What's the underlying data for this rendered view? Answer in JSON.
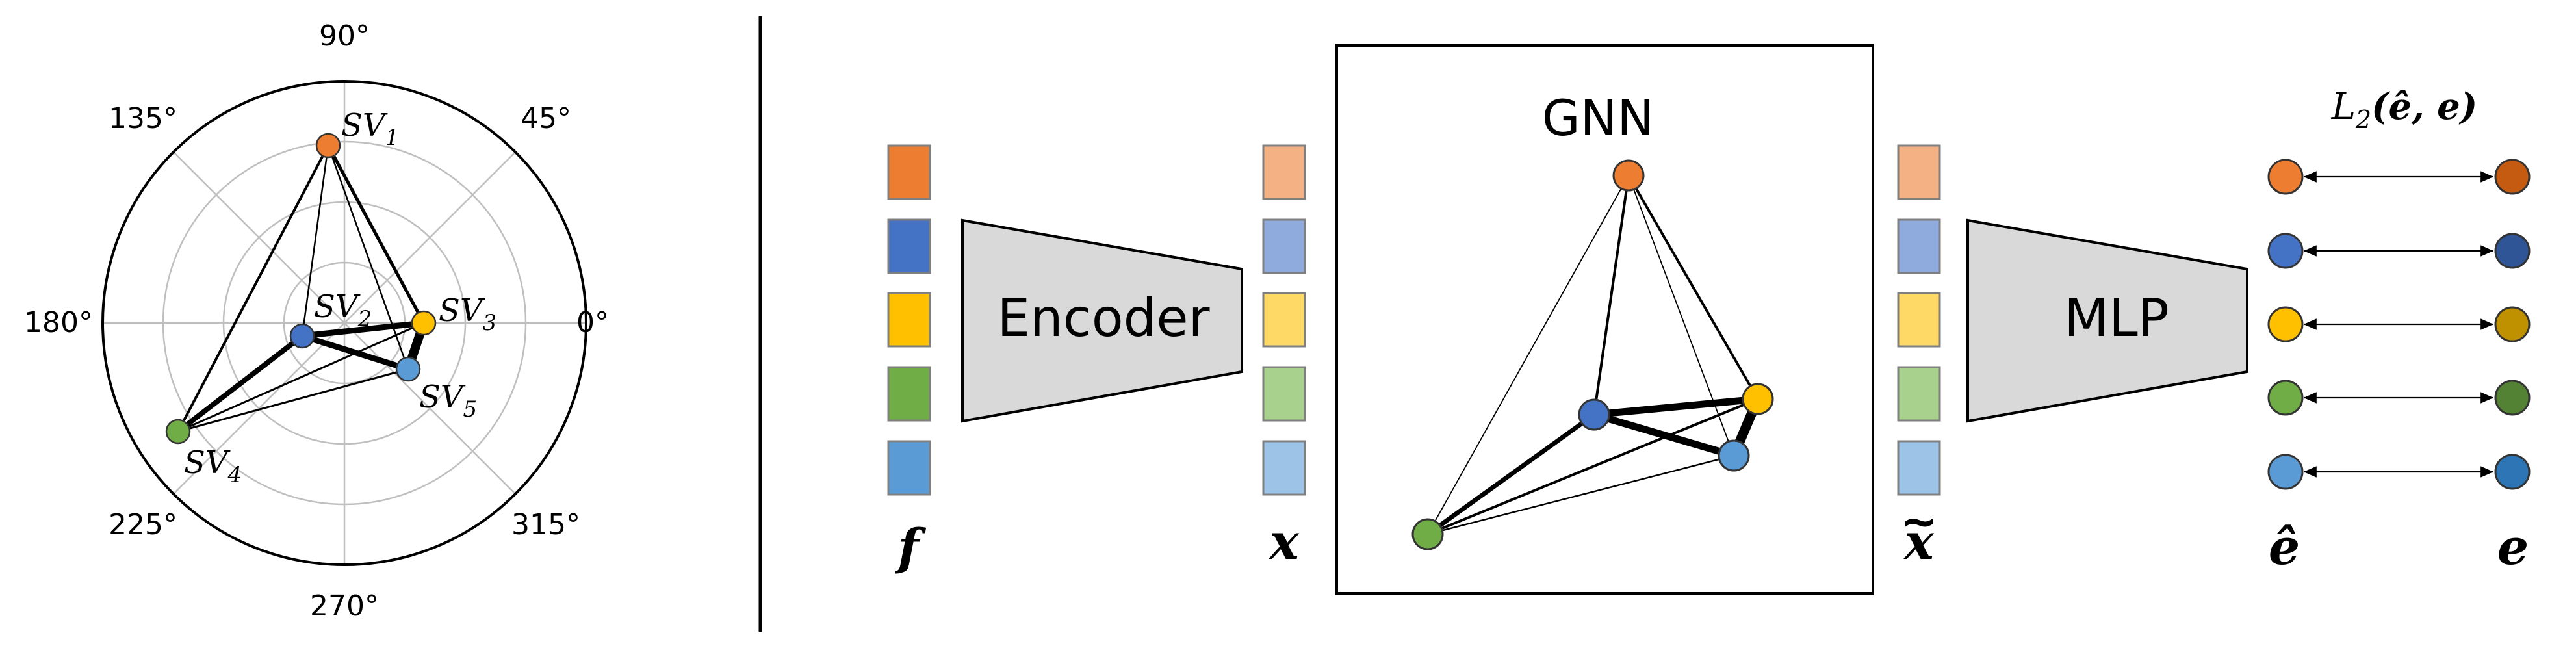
{
  "polar": {
    "angle_labels": [
      "0°",
      "45°",
      "90°",
      "135°",
      "180°",
      "225°",
      "270°",
      "315°"
    ],
    "nodes": [
      {
        "sub": "1",
        "color": "#ED7D31"
      },
      {
        "sub": "2",
        "color": "#4472C4"
      },
      {
        "sub": "3",
        "color": "#FFC000"
      },
      {
        "sub": "4",
        "color": "#70AD47"
      },
      {
        "sub": "5",
        "color": "#5B9BD5"
      }
    ],
    "node_prefix": "SV"
  },
  "pipeline": {
    "f_label": "f",
    "encoder_label": "Encoder",
    "x_label": "x",
    "gnn_label": "GNN",
    "x_tilde_label": "x",
    "x_tilde_accent": "~",
    "mlp_label": "MLP",
    "e_hat_label": "ê",
    "e_label": "e",
    "loss_label": "L",
    "loss_sub": "2",
    "loss_args": "(ê, e)"
  },
  "colors": {
    "orange": "#ED7D31",
    "blue": "#4472C4",
    "yellow": "#FFC000",
    "green": "#70AD47",
    "lightblue": "#5B9BD5",
    "f_colors": [
      "#ED7D31",
      "#4472C4",
      "#FFC000",
      "#70AD47",
      "#5B9BD5"
    ],
    "x_colors": [
      "#F4B183",
      "#8FAADC",
      "#FFD966",
      "#A9D18E",
      "#9DC3E6"
    ],
    "e_colors": [
      "#C55A11",
      "#2F5597",
      "#BF9000",
      "#548235",
      "#2E75B6"
    ],
    "trapezoid_fill": "#D9D9D9"
  }
}
